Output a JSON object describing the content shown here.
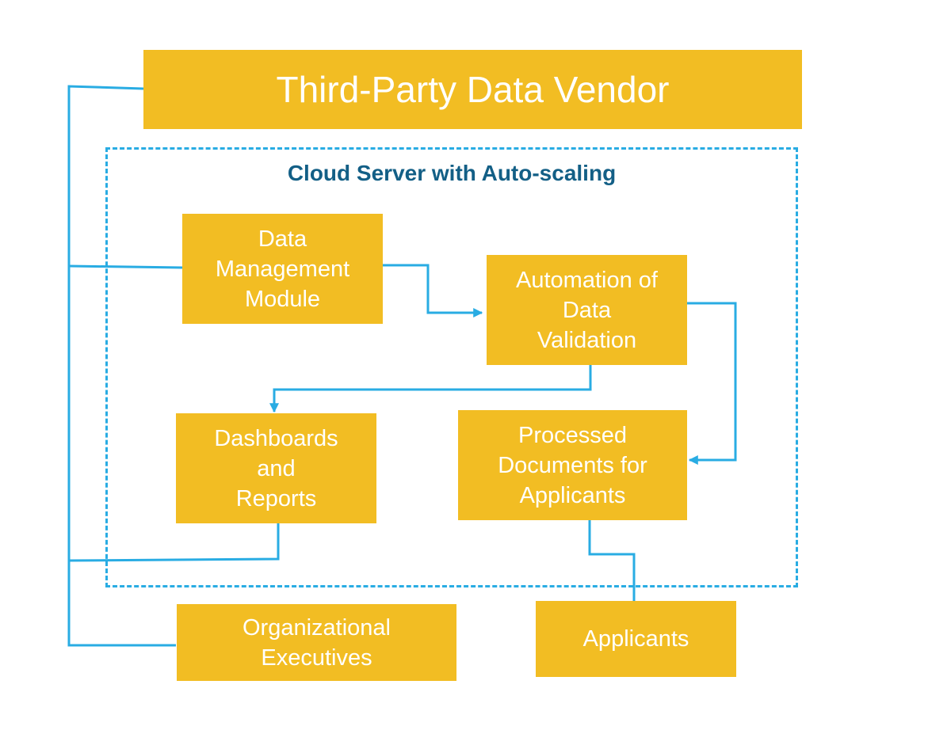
{
  "colors": {
    "box_fill": "#f2bd23",
    "box_text": "#ffffff",
    "connector": "#29ace3",
    "cloud_title": "#135f86"
  },
  "vendor": {
    "label": "Third-Party Data Vendor"
  },
  "cloud": {
    "title": "Cloud Server with Auto-scaling"
  },
  "nodes": {
    "data_management": "Data\nManagement\nModule",
    "automation": "Automation of\nData\nValidation",
    "dashboards": "Dashboards\nand\nReports",
    "processed_docs": "Processed\nDocuments for\nApplicants",
    "executives": "Organizational\nExecutives",
    "applicants": "Applicants"
  }
}
